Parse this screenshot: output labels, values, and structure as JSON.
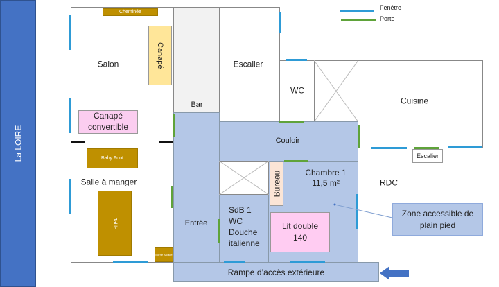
{
  "river": {
    "label": "La LOIRE",
    "color": "#4472c4"
  },
  "legend": {
    "window_label": "Fenêtre",
    "door_label": "Porte",
    "window_color": "#2e9bd6",
    "door_color": "#5fa33a"
  },
  "rooms": {
    "salon": "Salon",
    "salle_a_manger": "Salle à manger",
    "bar": "Bar",
    "escalier": "Escalier",
    "wc": "WC",
    "cuisine": "Cuisine",
    "couloir": "Couloir",
    "entree": "Entrée",
    "chambre": "Chambre 1",
    "chambre_area": "11,5 m²",
    "sdb_line1": "SdB 1",
    "sdb_line2": "WC",
    "sdb_line3": "Douche",
    "sdb_line4": "italienne",
    "rampe": "Rampe d’accès extérieure",
    "escalier_small": "Escalier"
  },
  "furniture": {
    "cheminee": "Cheminée",
    "canape": "Canapé",
    "canape_convertible_1": "Canapé",
    "canape_convertible_2": "convertible",
    "baby_foot": "Baby Foot",
    "table": "Table",
    "borne": "Borne Arcade",
    "bureau": "Bureau",
    "lit_1": "Lit double",
    "lit_2": "140"
  },
  "level": "RDC",
  "zone_note": {
    "line1": "Zone accessible de",
    "line2": "plain pied",
    "accent": "#b4c7e7"
  }
}
